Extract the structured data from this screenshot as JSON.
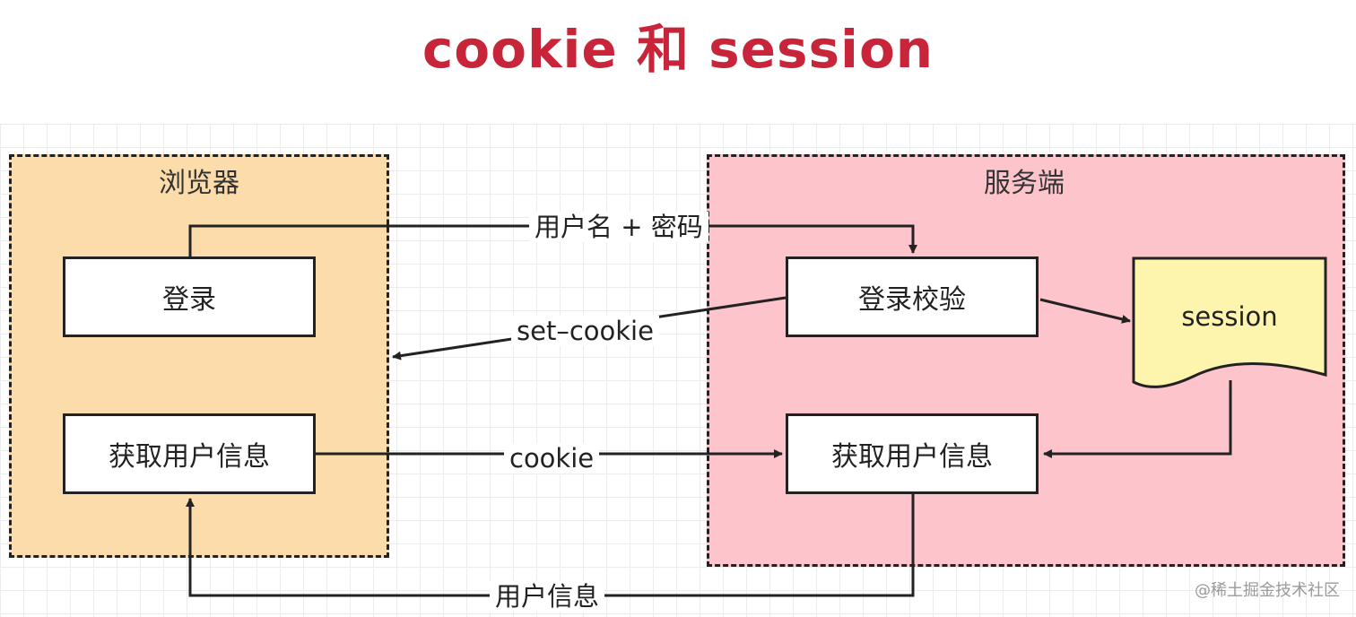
{
  "title": "cookie 和 session",
  "groups": {
    "browser": "浏览器",
    "server": "服务端"
  },
  "nodes": {
    "login": "登录",
    "browser_get_info": "获取用户信息",
    "verify": "登录校验",
    "session": "session",
    "server_get_info": "获取用户信息"
  },
  "edges": {
    "credentials": "用户名 + 密码",
    "set_cookie": "set–cookie",
    "cookie": "cookie",
    "user_info": "用户信息"
  },
  "watermark": "@稀土掘金技术社区",
  "colors": {
    "title": "#c8243a",
    "browser_fill": "#fcdcaa",
    "server_fill": "#fdc4cb",
    "session_fill": "#fdf5ae"
  }
}
